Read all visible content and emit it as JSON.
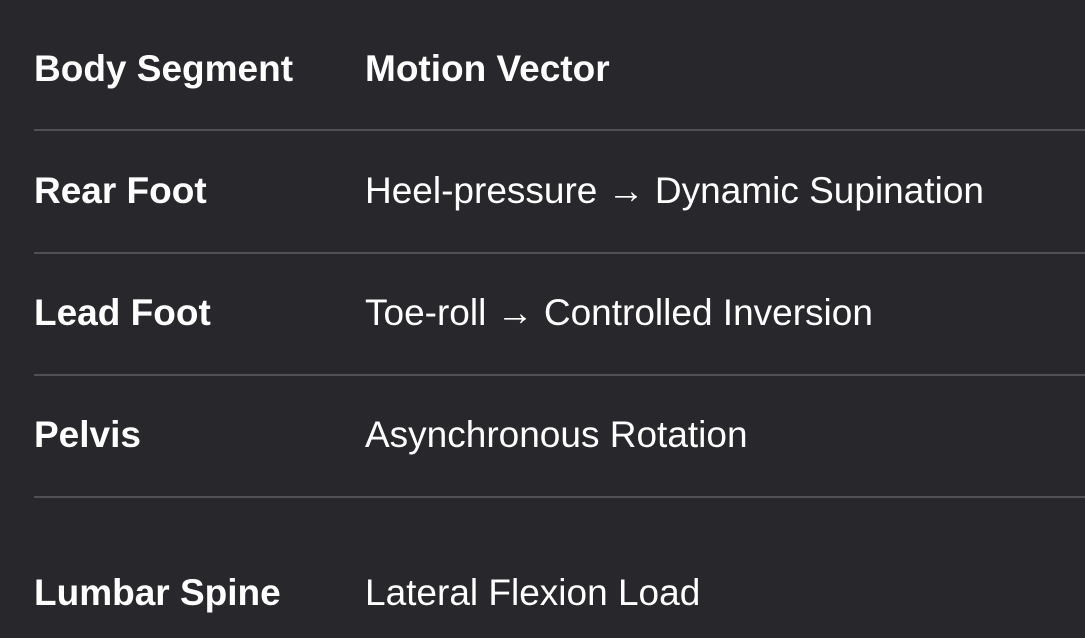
{
  "table": {
    "headers": {
      "segment": "Body Segment",
      "vector": "Motion Vector"
    },
    "rows": [
      {
        "segment": "Rear Foot",
        "vector": "Heel-pressure → Dynamic Supination"
      },
      {
        "segment": "Lead Foot",
        "vector": "Toe-roll → Controlled Inversion"
      },
      {
        "segment": "Pelvis",
        "vector": "Asynchronous Rotation"
      },
      {
        "segment": "Lumbar Spine",
        "vector": "Lateral Flexion Load"
      }
    ]
  },
  "colors": {
    "background": "#28282c",
    "text": "#ffffff",
    "divider": "#505056"
  }
}
